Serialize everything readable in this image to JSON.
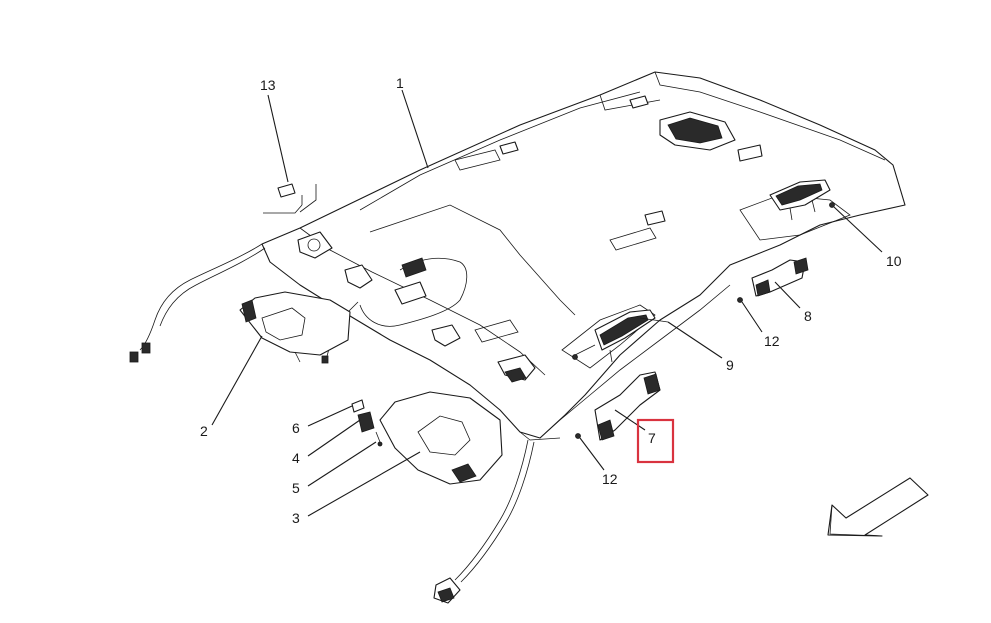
{
  "callouts": [
    {
      "id": "1",
      "label": "1"
    },
    {
      "id": "2",
      "label": "2"
    },
    {
      "id": "3",
      "label": "3"
    },
    {
      "id": "4",
      "label": "4"
    },
    {
      "id": "5",
      "label": "5"
    },
    {
      "id": "6",
      "label": "6"
    },
    {
      "id": "7",
      "label": "7",
      "highlighted": true
    },
    {
      "id": "8",
      "label": "8"
    },
    {
      "id": "9",
      "label": "9"
    },
    {
      "id": "10",
      "label": "10"
    },
    {
      "id": "12a",
      "label": "12"
    },
    {
      "id": "12b",
      "label": "12"
    },
    {
      "id": "13",
      "label": "13"
    }
  ],
  "highlight": {
    "target": "7",
    "color": "#d9333f"
  },
  "direction_arrow": {
    "icon": "direction-arrow-icon"
  }
}
